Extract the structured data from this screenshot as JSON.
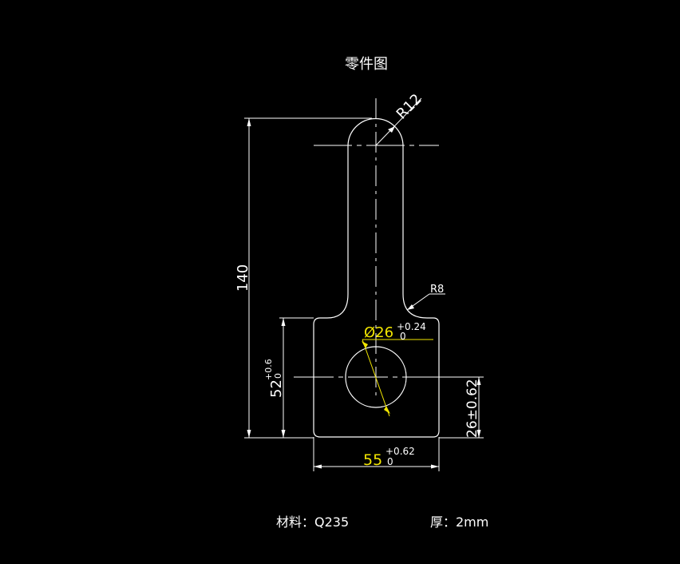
{
  "drawing": {
    "title": "零件图",
    "dimensions": {
      "radius_top": "R12",
      "radius_fillet": "R8",
      "overall_length": "140",
      "hole_diameter": {
        "symbol": "Ø26",
        "upper_tol": "+0.24",
        "lower_tol": "0"
      },
      "hole_height": {
        "value": "52",
        "upper_tol": "+0.6",
        "lower_tol": "0"
      },
      "hole_offset": "26±0.62",
      "base_width": {
        "value": "55",
        "upper_tol": "+0.62",
        "lower_tol": "0"
      }
    },
    "footer": {
      "material": "材料：Q235",
      "thickness": "厚：2mm"
    },
    "colors": {
      "background": "#000000",
      "outline": "#ffffff",
      "highlight": "#f2e600"
    }
  }
}
